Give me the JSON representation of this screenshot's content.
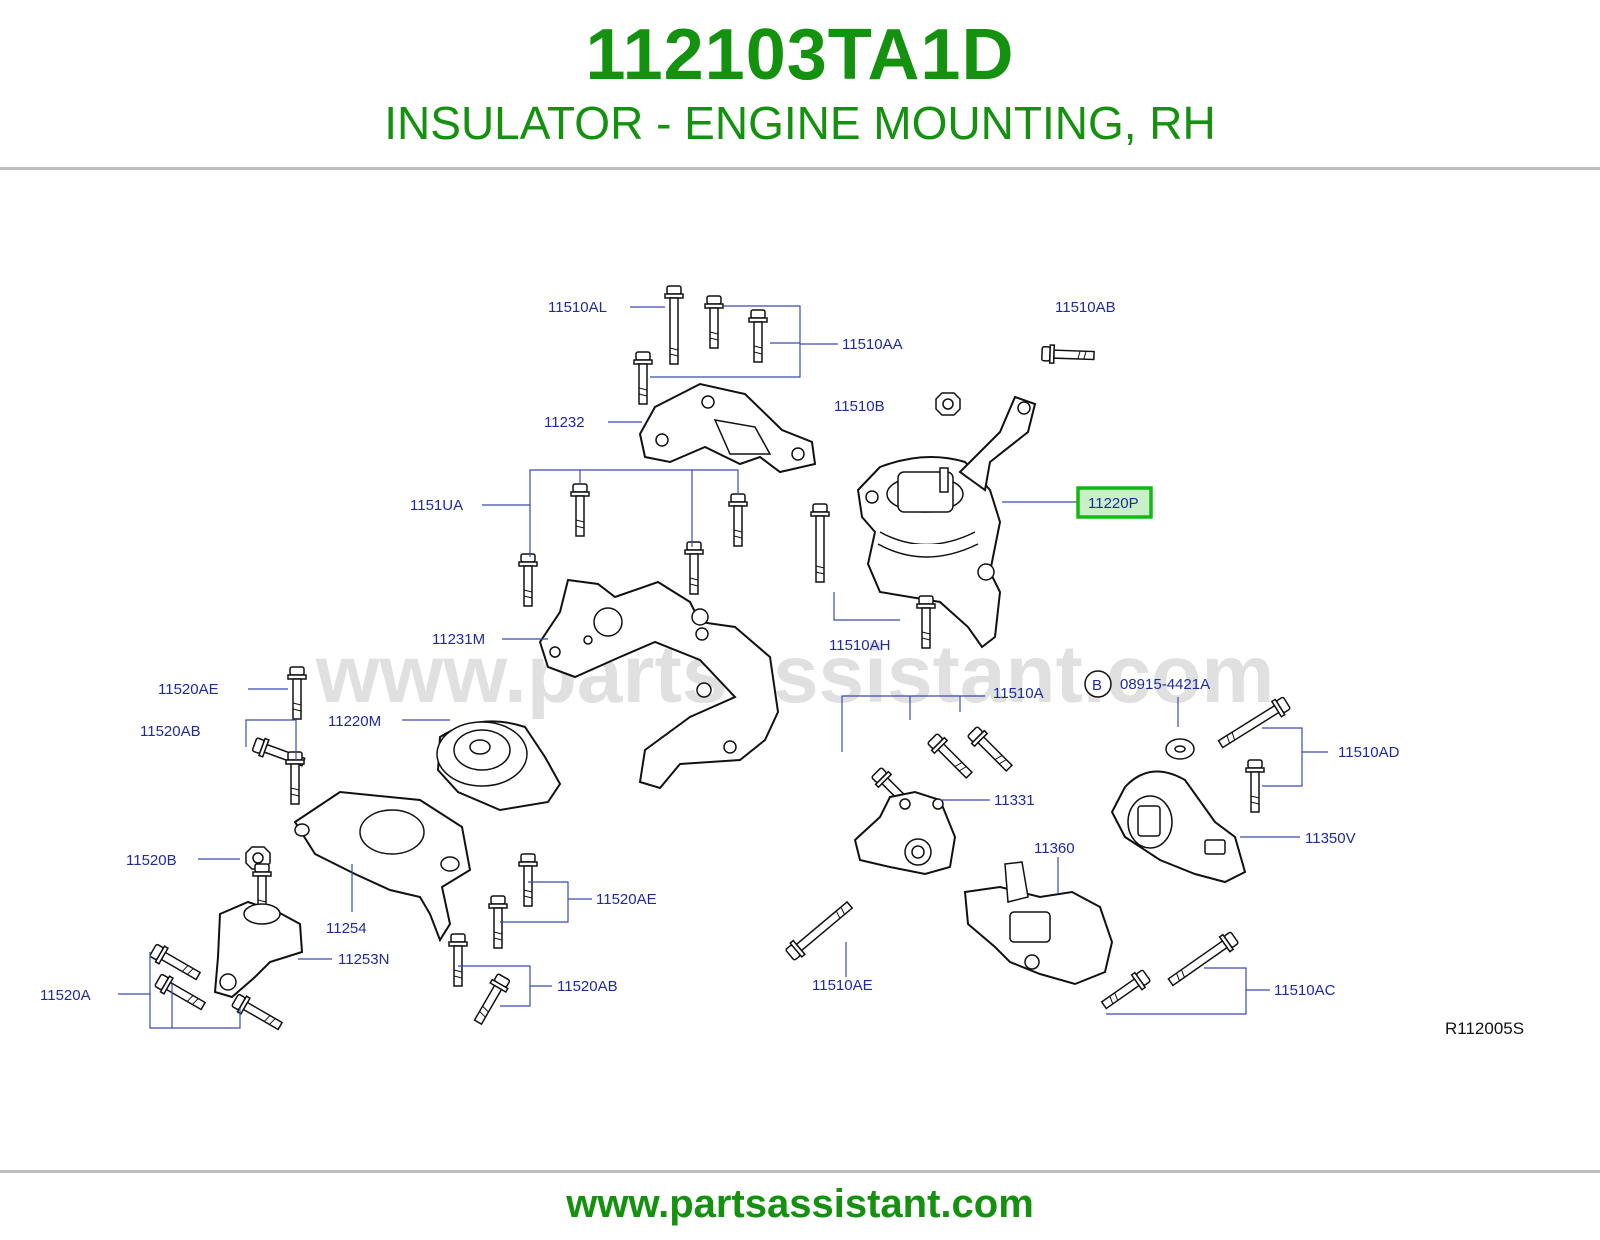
{
  "header": {
    "part_number": "112103TA1D",
    "part_name": "INSULATOR - ENGINE MOUNTING, RH"
  },
  "watermark": "www.partsassistant.com",
  "footer": {
    "url": "www.partsassistant.com"
  },
  "diagram": {
    "reference_code": "R112005S",
    "highlighted_part": "11220P",
    "colors": {
      "title": "#14910f",
      "labels": "#1f2a9c",
      "highlight_border": "#14b814",
      "highlight_fill": "#c9f0c9"
    },
    "labels": {
      "l11510AL": "11510AL",
      "l11510AA": "11510AA",
      "l11510AB": "11510AB",
      "l11510B": "11510B",
      "l11232": "11232",
      "l1151UA": "1151UA",
      "l11220P": "11220P",
      "l11510AH": "11510AH",
      "l11231M": "11231M",
      "l11520AE_top": "11520AE",
      "l11510A": "11510A",
      "l08915": "08915-4421A",
      "l08915_badge": "B",
      "l11520AB_top": "11520AB",
      "l11220M": "11220M",
      "l11510AD": "11510AD",
      "l11331": "11331",
      "l11350V": "11350V",
      "l11520B": "11520B",
      "l11360": "11360",
      "l11520AE_bottom": "11520AE",
      "l11254": "11254",
      "l11253N": "11253N",
      "l11520AB_bottom": "11520AB",
      "l11520A": "11520A",
      "l11510AE": "11510AE",
      "l11510AC": "11510AC"
    }
  }
}
